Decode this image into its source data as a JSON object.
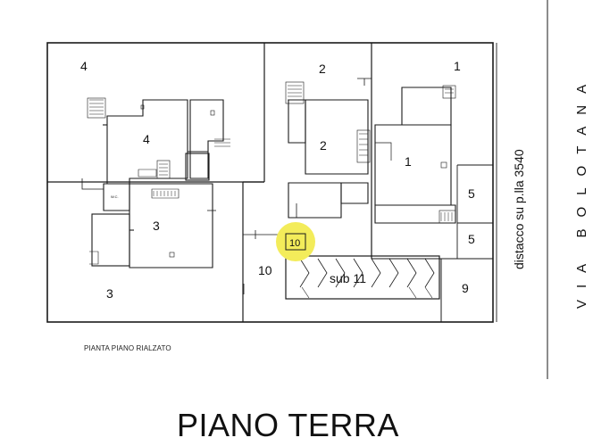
{
  "drawing": {
    "subtitle": "PIANTA PIANO RIALZATO",
    "title": "PIANO TERRA"
  },
  "labels": {
    "lot_4_outer": "4",
    "lot_4_inner": "4",
    "lot_3_outer": "3",
    "lot_3_inner": "3",
    "lot_2_outer": "2",
    "lot_2_inner": "2",
    "lot_1_outer": "1",
    "lot_1_inner": "1",
    "lot_5_upper": "5",
    "lot_5_lower": "5",
    "lot_9": "9",
    "lot_10": "10",
    "lot_10_marker": "10",
    "sub_11": "sub 11",
    "distance_note": "distacco su p.lla 3540",
    "street": "VIA BOLOTANA",
    "wc": "W.C."
  },
  "colors": {
    "line": "#1a1a1a",
    "highlight": "#f3ec5a"
  }
}
